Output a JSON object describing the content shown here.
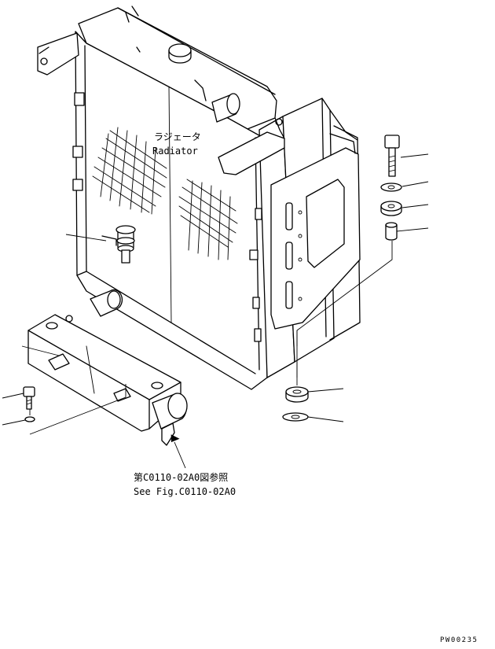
{
  "labels": {
    "radiator_jp": "ラジェータ",
    "radiator_en": "Radiator",
    "reference_jp": "第C0110-02A0図参照",
    "reference_en": "See Fig.C0110-02A0",
    "drawing_code": "PW00235"
  }
}
